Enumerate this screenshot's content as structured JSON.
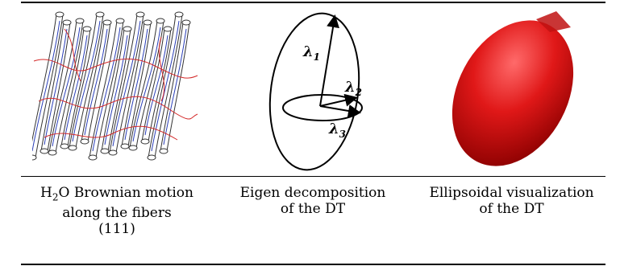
{
  "figures": [
    {
      "name": "brownian-motion",
      "caption_lines": [
        "H",
        "2",
        "O Brownian motion",
        "along the fibers",
        "(111)"
      ]
    },
    {
      "name": "eigen-decomposition",
      "caption_lines": [
        "Eigen decomposition",
        "of the DT"
      ],
      "labels": {
        "lambda1": "λ",
        "lambda1_sub": "1",
        "lambda2": "λ",
        "lambda2_sub": "2",
        "lambda3": "λ",
        "lambda3_sub": "3"
      }
    },
    {
      "name": "ellipsoid",
      "caption_lines": [
        "Ellipsoidal visualization",
        "of the DT"
      ],
      "colors": {
        "fill": "#e01818",
        "highlight": "#ff6a6a",
        "shadow": "#8a0000"
      }
    }
  ]
}
